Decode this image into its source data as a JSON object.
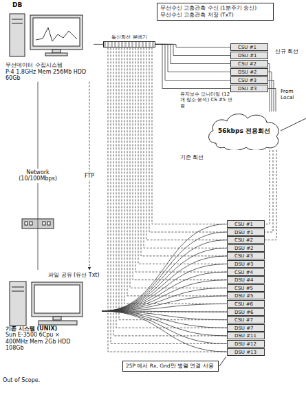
{
  "diagram": {
    "nodes": [
      {
        "text": [
          "무선수신 고층관측 수신 (1분주기 송신)",
          "무선수신 고층관측 저장 (TxT)"
        ]
      },
      {
        "text": [
          "무선데이터 수집시스템",
          "P-4 1.8GHz Mem 256Mb HDD 60Gb"
        ]
      },
      {
        "text": [
          "통신회선 분배기"
        ]
      },
      {
        "text": [
          "CSU #1"
        ]
      },
      {
        "text": [
          "DSU #1"
        ]
      },
      {
        "text": [
          "CSU #2"
        ]
      },
      {
        "text": [
          "DSU #2"
        ]
      },
      {
        "text": [
          "CSU #3"
        ]
      },
      {
        "text": [
          "DSU #3"
        ]
      },
      {
        "text": [
          "56kbps 전용회선"
        ]
      },
      {
        "text": [
          "파일 공유 (유선 Txt)",
          "기존 시스템 (UNIX)",
          "Sun E-3500 6Cpu × 400MHz Mem 2Gb HDD 108Gb"
        ]
      },
      {
        "text": [
          "CSU #1"
        ]
      },
      {
        "text": [
          "DSU #1"
        ]
      },
      {
        "text": [
          "CSU #2"
        ]
      },
      {
        "text": [
          "DSU #2"
        ]
      },
      {
        "text": [
          "CSU #3"
        ]
      },
      {
        "text": [
          "DSU #3"
        ]
      },
      {
        "text": [
          "CSU #4"
        ]
      },
      {
        "text": [
          "DSU #4"
        ]
      },
      {
        "text": [
          "CSU #5"
        ]
      },
      {
        "text": [
          "DSU #5"
        ]
      },
      {
        "text": [
          "CSU #6"
        ]
      },
      {
        "text": [
          "DSU #6"
        ]
      },
      {
        "text": [
          "CSU #7"
        ]
      },
      {
        "text": [
          "DSU #7"
        ]
      },
      {
        "text": [
          "DSU #11"
        ]
      },
      {
        "text": [
          "DSU #12"
        ]
      },
      {
        "text": [
          "DSU #13"
        ]
      },
      {
        "text": [
          "25P 에서 Rx, Gnd만 병렬 연결 사용"
        ]
      }
    ],
    "edges": [
      {
        "from": 1,
        "to": 2,
        "arrow": "none"
      },
      {
        "from": 2,
        "to": 3,
        "arrow": "none"
      },
      {
        "from": 2,
        "to": 4,
        "arrow": "none"
      },
      {
        "from": 2,
        "to": 5,
        "arrow": "none"
      },
      {
        "from": 2,
        "to": 6,
        "arrow": "none"
      },
      {
        "from": 2,
        "to": 7,
        "arrow": "none"
      },
      {
        "from": 2,
        "to": 8,
        "arrow": "none"
      },
      {
        "from": 5,
        "to": 9,
        "arrow": "none"
      },
      {
        "from": 6,
        "to": 9,
        "arrow": "none"
      },
      {
        "from": 7,
        "to": 9,
        "arrow": "none"
      },
      {
        "from": 8,
        "to": 9,
        "arrow": "none"
      },
      {
        "from": 1,
        "to": 10,
        "arrow": "none",
        "label": "Network (10/100Mbps)"
      },
      {
        "from": 1,
        "to": 10,
        "arrow": "to",
        "label": "FTP"
      },
      {
        "from": 2,
        "to": 11,
        "arrow": "none"
      },
      {
        "from": 2,
        "to": 12,
        "arrow": "none"
      },
      {
        "from": 2,
        "to": 13,
        "arrow": "none"
      },
      {
        "from": 2,
        "to": 14,
        "arrow": "none"
      },
      {
        "from": 2,
        "to": 15,
        "arrow": "none"
      },
      {
        "from": 2,
        "to": 16,
        "arrow": "none"
      },
      {
        "from": 2,
        "to": 17,
        "arrow": "none"
      },
      {
        "from": 2,
        "to": 18,
        "arrow": "none"
      },
      {
        "from": 2,
        "to": 19,
        "arrow": "none"
      },
      {
        "from": 2,
        "to": 20,
        "arrow": "none"
      },
      {
        "from": 2,
        "to": 21,
        "arrow": "none"
      },
      {
        "from": 2,
        "to": 22,
        "arrow": "none"
      },
      {
        "from": 2,
        "to": 23,
        "arrow": "none"
      },
      {
        "from": 2,
        "to": 24,
        "arrow": "none"
      },
      {
        "from": 2,
        "to": 25,
        "arrow": "none"
      },
      {
        "from": 2,
        "to": 26,
        "arrow": "none"
      },
      {
        "from": 2,
        "to": 27,
        "arrow": "none"
      },
      {
        "from": 10,
        "to": 11,
        "arrow": "none"
      },
      {
        "from": 10,
        "to": 12,
        "arrow": "none"
      },
      {
        "from": 10,
        "to": 13,
        "arrow": "none"
      },
      {
        "from": 10,
        "to": 14,
        "arrow": "none"
      },
      {
        "from": 10,
        "to": 15,
        "arrow": "none"
      },
      {
        "from": 10,
        "to": 16,
        "arrow": "none"
      },
      {
        "from": 10,
        "to": 17,
        "arrow": "none"
      },
      {
        "from": 10,
        "to": 18,
        "arrow": "none"
      },
      {
        "from": 10,
        "to": 19,
        "arrow": "none"
      },
      {
        "from": 10,
        "to": 20,
        "arrow": "none"
      },
      {
        "from": 10,
        "to": 21,
        "arrow": "none"
      },
      {
        "from": 10,
        "to": 22,
        "arrow": "none"
      },
      {
        "from": 10,
        "to": 23,
        "arrow": "none"
      },
      {
        "from": 10,
        "to": 24,
        "arrow": "none"
      },
      {
        "from": 10,
        "to": 25,
        "arrow": "none"
      },
      {
        "from": 10,
        "to": 26,
        "arrow": "none"
      },
      {
        "from": 10,
        "to": 27,
        "arrow": "none"
      },
      {
        "from": 9,
        "to": 11,
        "arrow": "none"
      },
      {
        "from": 9,
        "to": 12,
        "arrow": "none"
      },
      {
        "from": 9,
        "to": 13,
        "arrow": "none"
      }
    ],
    "labels": [
      "DB",
      "유지보수 모니터링 (12개 장소·분석) CS #5 연결",
      "신규 회선",
      "From Local",
      "기존 회선",
      "Out of Scope."
    ]
  }
}
